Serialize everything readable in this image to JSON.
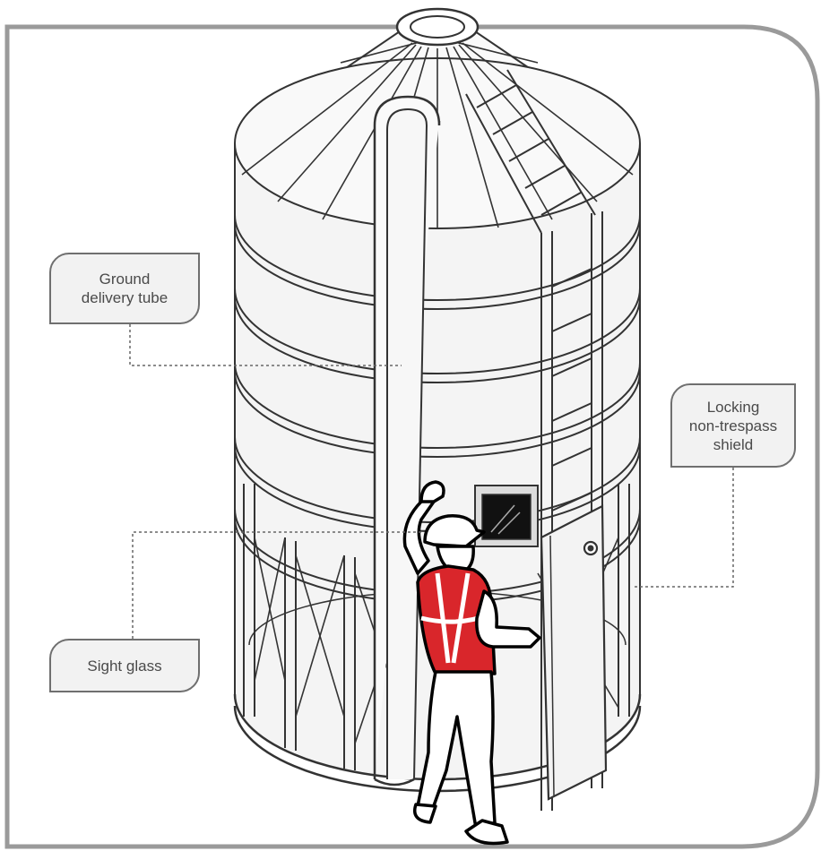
{
  "callouts": {
    "ground_tube": {
      "lines": [
        "Ground",
        "delivery tube"
      ]
    },
    "shield": {
      "lines": [
        "Locking",
        "non-trespass",
        "shield"
      ]
    },
    "sight_glass": {
      "lines": [
        "Sight glass"
      ]
    }
  },
  "colors": {
    "frame": "#9a9a9a",
    "line": "#333333",
    "silo_fill": "#f4f4f4",
    "vest": "#d9262b",
    "callout_fill": "#f2f2f2",
    "callout_border": "#6f6f6f",
    "label_text": "#4a4a4a"
  },
  "icons": [
    "silo-illustration",
    "ladder-icon",
    "sight-glass-window",
    "worker-figure"
  ]
}
